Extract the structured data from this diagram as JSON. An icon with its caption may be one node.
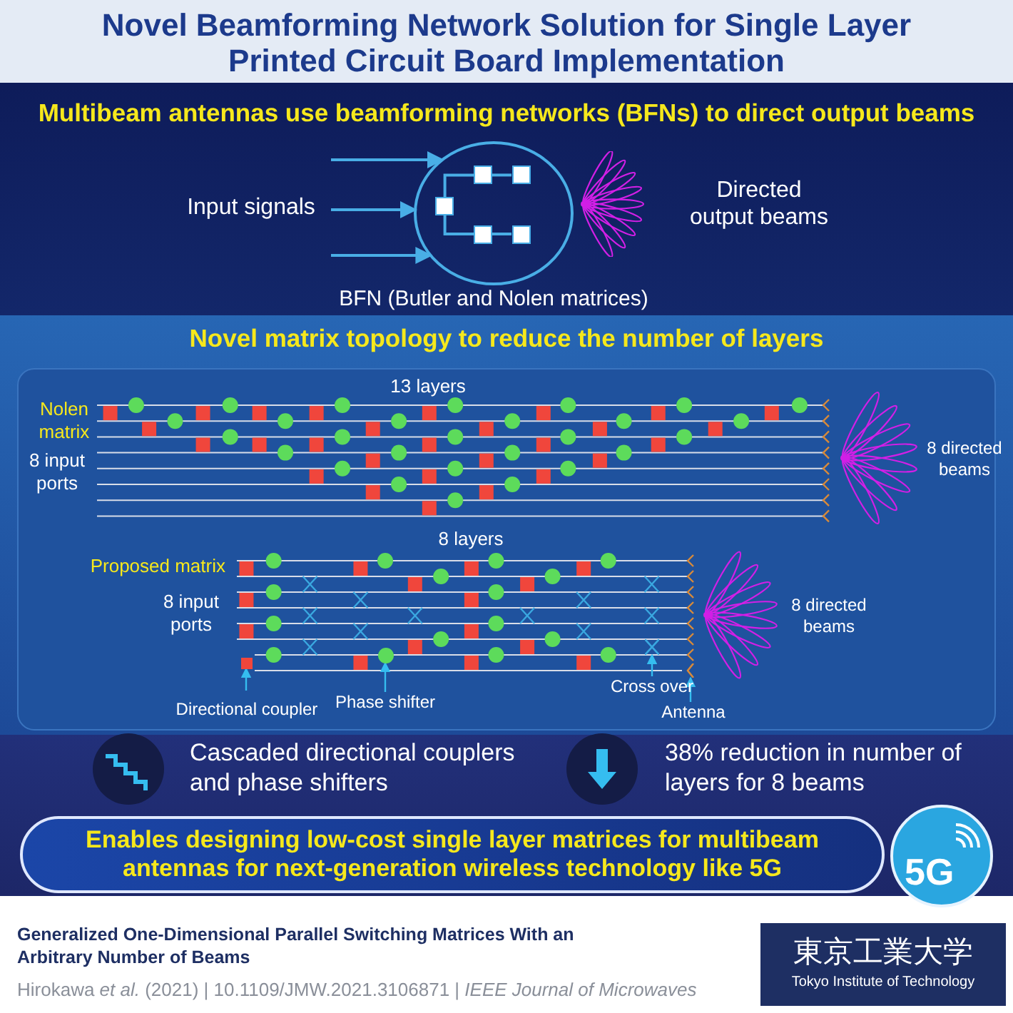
{
  "diagram": {
    "title": "Novel Beamforming Network Solution for Single Layer Printed Circuit Board Implementation",
    "nodes": [
      {
        "text": [
          "Multibeam antennas use beamforming networks (BFNs) to direct output beams"
        ]
      },
      {
        "text": [
          "Input signals"
        ],
        "in": 0
      },
      {
        "text": [
          "BFN (Butler and Nolen matrices)"
        ],
        "in": 0
      },
      {
        "text": [],
        "shape": "box",
        "in": 2
      },
      {
        "text": [],
        "shape": "box",
        "in": 2
      },
      {
        "text": [],
        "shape": "box",
        "in": 2
      },
      {
        "text": [],
        "shape": "box",
        "in": 2
      },
      {
        "text": [],
        "shape": "box",
        "in": 2
      },
      {
        "text": [],
        "shape": "picture",
        "in": 0,
        "beside": [
          "Directed output beams"
        ]
      },
      {
        "text": [
          "Novel matrix topology to reduce the number of layers"
        ]
      },
      {
        "text": [
          "Directional coupler"
        ],
        "in": 9
      },
      {
        "text": [],
        "shape": "box",
        "in": 9
      },
      {
        "text": [
          "Phase shifter"
        ],
        "in": 9
      },
      {
        "text": [],
        "shape": "circle",
        "in": 9
      },
      {
        "text": [
          "Cross over"
        ],
        "in": 9
      },
      {
        "text": [],
        "shape": "cross",
        "in": 9
      },
      {
        "text": [
          "Antenna"
        ],
        "in": 9
      },
      {
        "text": [],
        "shape": "chevron",
        "in": 9
      },
      {
        "text": [
          "Enables designing low-cost single layer matrices for multibeam antennas for next-generation wireless technology like 5G"
        ]
      },
      {
        "text": [
          "5G"
        ]
      },
      {
        "text": [
          "東京工業大学",
          "Tokyo Institute of Technology"
        ]
      }
    ],
    "edges": [
      {
        "from": 1,
        "to": 2,
        "arrow": "to"
      },
      {
        "from": 1,
        "to": 2,
        "arrow": "to"
      },
      {
        "from": 1,
        "to": 2,
        "arrow": "to"
      },
      {
        "from": 3,
        "to": 4,
        "arrow": "none"
      },
      {
        "from": 3,
        "to": 5,
        "arrow": "none"
      },
      {
        "from": 4,
        "to": 6,
        "arrow": "none"
      },
      {
        "from": 5,
        "to": 7,
        "arrow": "none"
      },
      {
        "from": 10,
        "to": 11,
        "arrow": "to"
      },
      {
        "from": 12,
        "to": 13,
        "arrow": "to"
      },
      {
        "from": 14,
        "to": 15,
        "arrow": "to"
      },
      {
        "from": 16,
        "to": 17,
        "arrow": "to"
      }
    ],
    "labels": [
      "13 layers",
      "Nolen matrix",
      "8 input ports",
      "8 directed beams",
      "8 layers",
      "Proposed matrix",
      "8 input ports",
      "8 directed beams",
      "Cascaded directional couplers and phase shifters",
      "38% reduction in number of layers for 8 beams",
      "Generalized One-Dimensional Parallel Switching Matrices With an Arbitrary Number of Beams",
      "Hirokawa *et al.* (2021) | 10.1109/JMW.2021.3106871 | *IEEE Journal of Microwaves*"
    ]
  }
}
